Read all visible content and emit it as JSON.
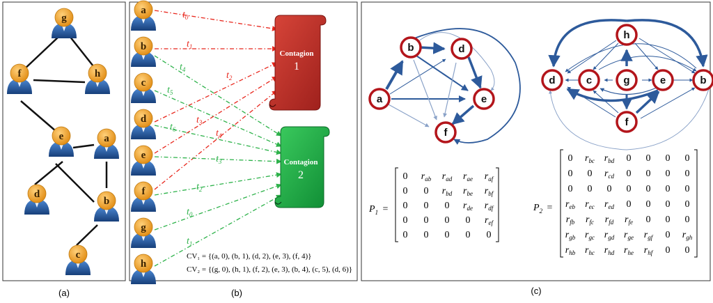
{
  "captions": {
    "a": "(a)",
    "b": "(b)",
    "c": "(c)"
  },
  "panel_a": {
    "people": [
      "g",
      "f",
      "h",
      "e",
      "a",
      "d",
      "b",
      "c"
    ]
  },
  "panel_b": {
    "people": [
      "a",
      "b",
      "c",
      "d",
      "e",
      "f",
      "g",
      "h"
    ],
    "contagion1": {
      "title": "Contagion",
      "number": "1",
      "color": "#c0392b"
    },
    "contagion2": {
      "title": "Contagion",
      "number": "2",
      "color": "#1aa04a"
    },
    "edge_labels_1": [
      "t0",
      "t1",
      "t2",
      "t3",
      "t4"
    ],
    "edge_labels_2": [
      "t4",
      "t5",
      "t6",
      "t3",
      "t2",
      "t0",
      "t1"
    ],
    "cv1": "CV₁ = {(a, 0), (b, 1), (d, 2), (e, 3), (f, 4)}",
    "cv2": "CV₂ = {(g, 0), (h, 1), (f, 2), (e, 3), (b, 4), (c, 5), (d, 6)}"
  },
  "panel_c": {
    "graph1_nodes": [
      "a",
      "b",
      "d",
      "e",
      "f"
    ],
    "graph2_nodes": [
      "d",
      "c",
      "g",
      "e",
      "b",
      "h",
      "f"
    ],
    "p1_label": "P",
    "p1_sub": "1",
    "p2_label": "P",
    "p2_sub": "2",
    "p1_rows": [
      [
        "0",
        "r_ab",
        "r_ad",
        "r_ae",
        "r_af"
      ],
      [
        "0",
        "0",
        "r_bd",
        "r_be",
        "r_bf"
      ],
      [
        "0",
        "0",
        "0",
        "r_de",
        "r_df"
      ],
      [
        "0",
        "0",
        "0",
        "0",
        "r_ef"
      ],
      [
        "0",
        "0",
        "0",
        "0",
        "0"
      ]
    ],
    "p2_rows": [
      [
        "0",
        "r_bc",
        "r_bd",
        "0",
        "0",
        "0",
        "0"
      ],
      [
        "0",
        "0",
        "r_cd",
        "0",
        "0",
        "0",
        "0"
      ],
      [
        "0",
        "0",
        "0",
        "0",
        "0",
        "0",
        "0"
      ],
      [
        "r_eb",
        "r_ec",
        "r_ed",
        "0",
        "0",
        "0",
        "0"
      ],
      [
        "r_fb",
        "r_fc",
        "r_fd",
        "r_fe",
        "0",
        "0",
        "0"
      ],
      [
        "r_gb",
        "r_gc",
        "r_gd",
        "r_ge",
        "r_gf",
        "0",
        "r_gh"
      ],
      [
        "r_hb",
        "r_hc",
        "r_hd",
        "r_he",
        "r_hf",
        "0",
        "0"
      ]
    ]
  },
  "colors": {
    "node_ring": "#b3151b",
    "edge_blue": "#2d5a9b",
    "light_blue": "#8aa2c8",
    "red_dash": "#e8261c",
    "green_dash": "#2db24a",
    "head": "#f0a030",
    "body": "#1f5fa8"
  }
}
